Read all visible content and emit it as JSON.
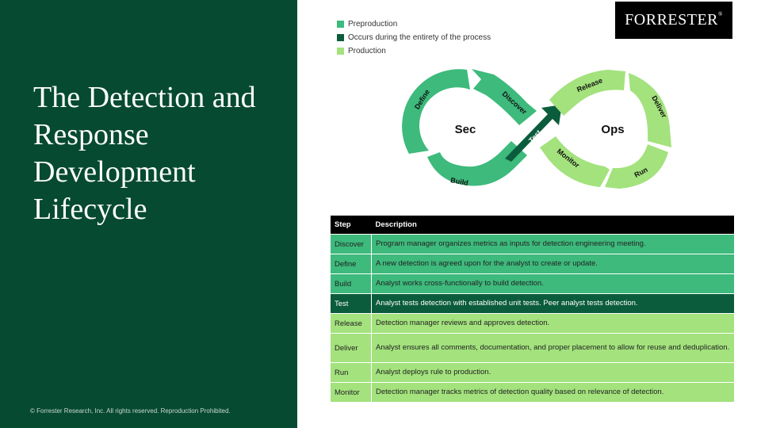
{
  "slide": {
    "title": "The Detection and Response Development Lifecycle",
    "copyright": "© Forrester Research, Inc. All rights reserved. Reproduction Prohibited."
  },
  "logo": {
    "text": "FORRESTER",
    "mark": "®"
  },
  "colors": {
    "panel": "#064a31",
    "preproduction": "#3dba7c",
    "entirety": "#0b5c3c",
    "production": "#a3e27d"
  },
  "legend": [
    {
      "label": "Preproduction",
      "color": "#3dba7c"
    },
    {
      "label": "Occurs during the entirety of the process",
      "color": "#0b5c3c"
    },
    {
      "label": "Production",
      "color": "#a3e27d"
    }
  ],
  "diagram": {
    "left_center": "Sec",
    "right_center": "Ops",
    "labels": {
      "define": "Define",
      "discover": "Discover",
      "test": "Test",
      "build": "Build",
      "release": "Release",
      "deliver": "Deliver",
      "run": "Run",
      "monitor": "Monitor"
    }
  },
  "table": {
    "headers": {
      "step": "Step",
      "description": "Description"
    },
    "rows": [
      {
        "step": "Discover",
        "description": "Program manager organizes metrics as inputs for detection engineering meeting."
      },
      {
        "step": "Define",
        "description": "A new detection is agreed upon for the analyst to create or update."
      },
      {
        "step": "Build",
        "description": "Analyst works cross-functionally to build detection."
      },
      {
        "step": "Test",
        "description": "Analyst tests detection with established unit tests. Peer analyst tests detection."
      },
      {
        "step": "Release",
        "description": "Detection manager reviews and approves detection."
      },
      {
        "step": "Deliver",
        "description": "Analyst ensures all comments, documentation, and proper placement to allow for reuse and deduplication."
      },
      {
        "step": "Run",
        "description": "Analyst deploys rule to production."
      },
      {
        "step": "Monitor",
        "description": "Detection manager tracks metrics of detection quality based on relevance of detection."
      }
    ]
  }
}
